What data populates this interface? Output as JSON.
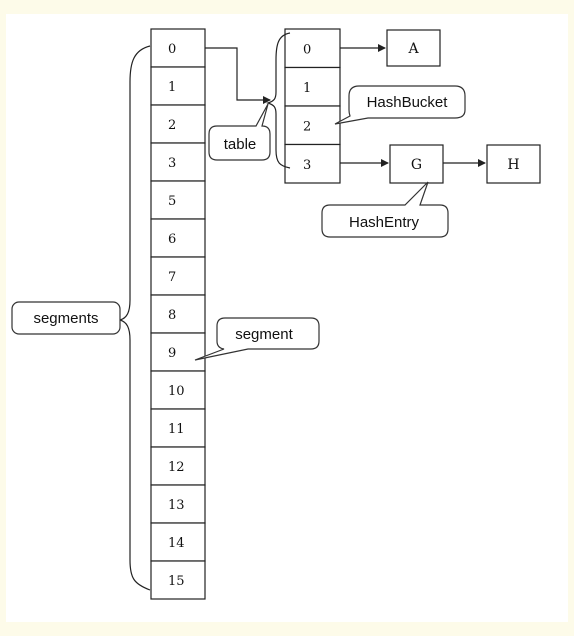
{
  "segments": {
    "label": "segments",
    "cells": [
      "0",
      "1",
      "2",
      "3",
      "5",
      "6",
      "7",
      "8",
      "9",
      "10",
      "11",
      "12",
      "13",
      "14",
      "15"
    ]
  },
  "table": {
    "label": "table",
    "cells": [
      "0",
      "1",
      "2",
      "3"
    ]
  },
  "nodes": {
    "A": "A",
    "G": "G",
    "H": "H"
  },
  "callouts": {
    "segment": "segment",
    "hash_bucket": "HashBucket",
    "hash_entry": "HashEntry"
  }
}
